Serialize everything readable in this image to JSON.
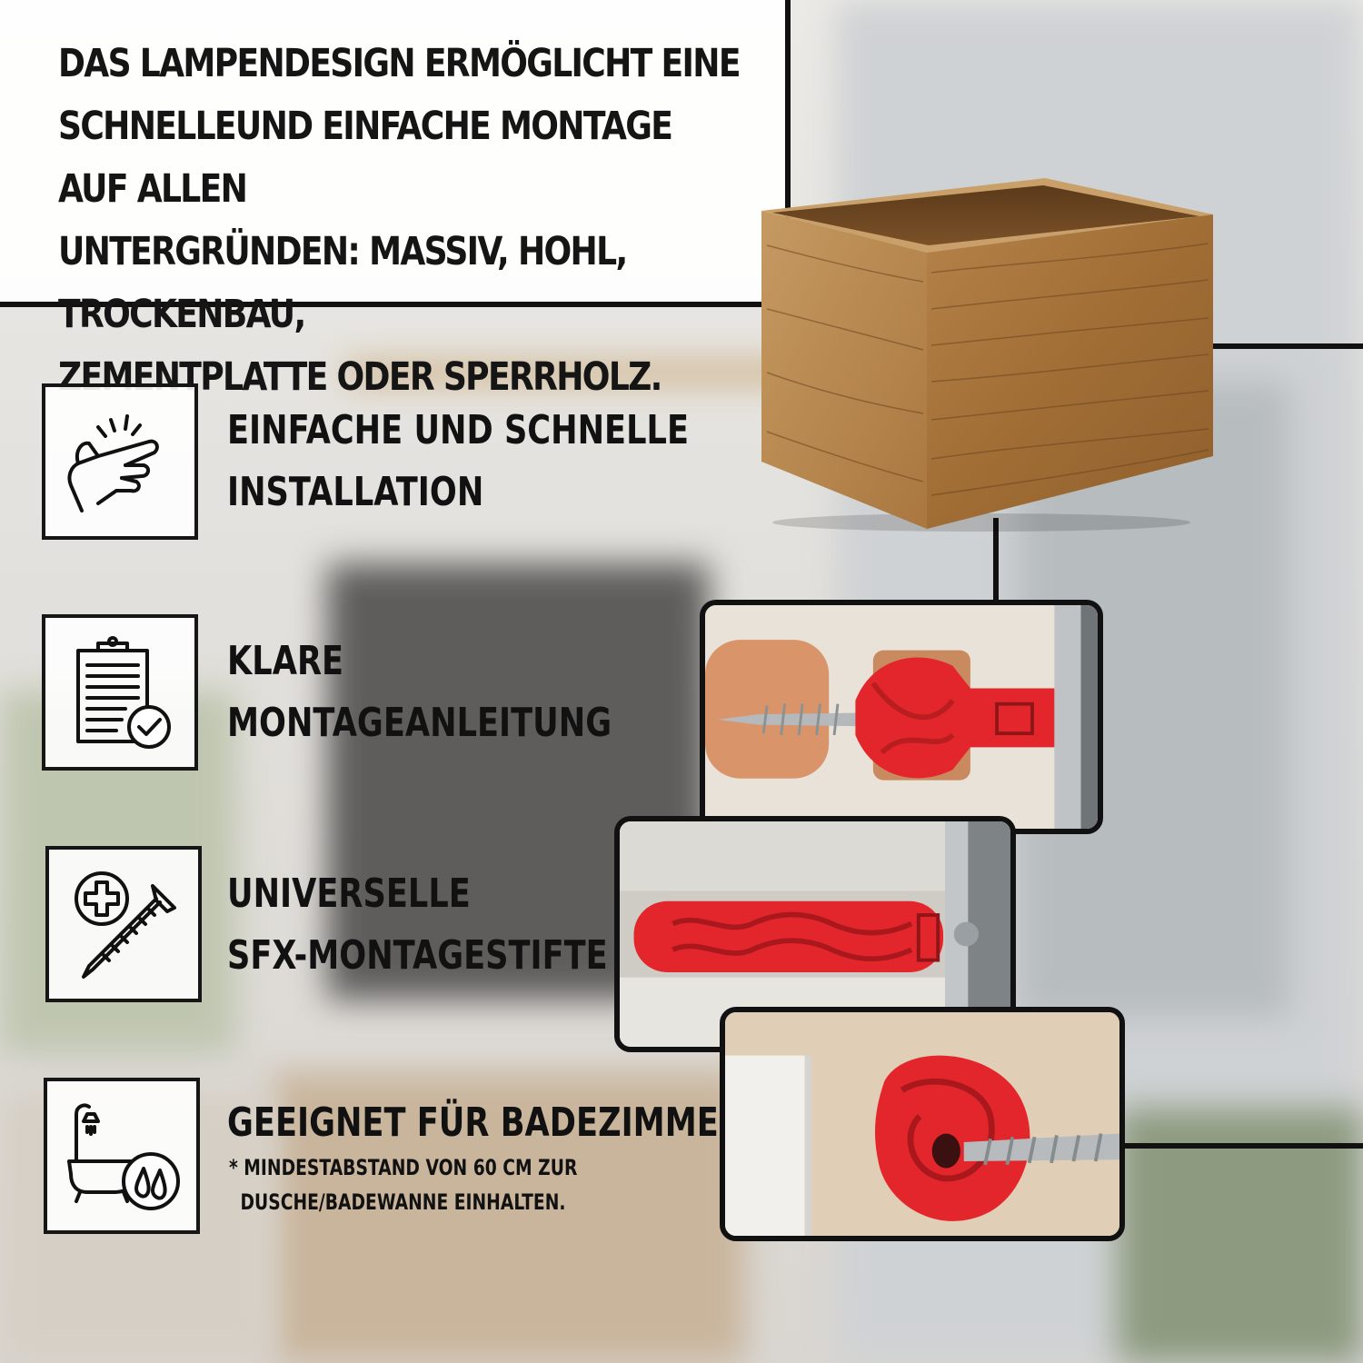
{
  "headline": {
    "lines": [
      "DAS LAMPENDESIGN ERMÖGLICHT EINE",
      "SCHNELLEUND EINFACHE MONTAGE AUF ALLEN",
      "UNTERGRÜNDEN: MASSIV, HOHL, TROCKENBAU,",
      "ZEMENTPLATTE ODER SPERRHOLZ."
    ]
  },
  "features": [
    {
      "icon": "finger-snap-icon",
      "line1": "EINFACHE UND SCHNELLE",
      "line2": "INSTALLATION"
    },
    {
      "icon": "clipboard-check-icon",
      "line1": "KLARE",
      "line2": "MONTAGEANLEITUNG"
    },
    {
      "icon": "screw-icon",
      "line1": "UNIVERSELLE",
      "line2": "SFX-MONTAGESTIFTE"
    },
    {
      "icon": "bathtub-water-icon",
      "line1": "GEEIGNET FÜR BADEZIMMER",
      "line2": ""
    }
  ],
  "note": {
    "line1": "* MINDESTABSTAND VON 60 CM ZUR",
    "line2": "DUSCHE/BADEWANNE EINHALTEN."
  },
  "colors": {
    "wood": "#a9773f",
    "anchor_red": "#e3262b",
    "frame": "#111111"
  }
}
